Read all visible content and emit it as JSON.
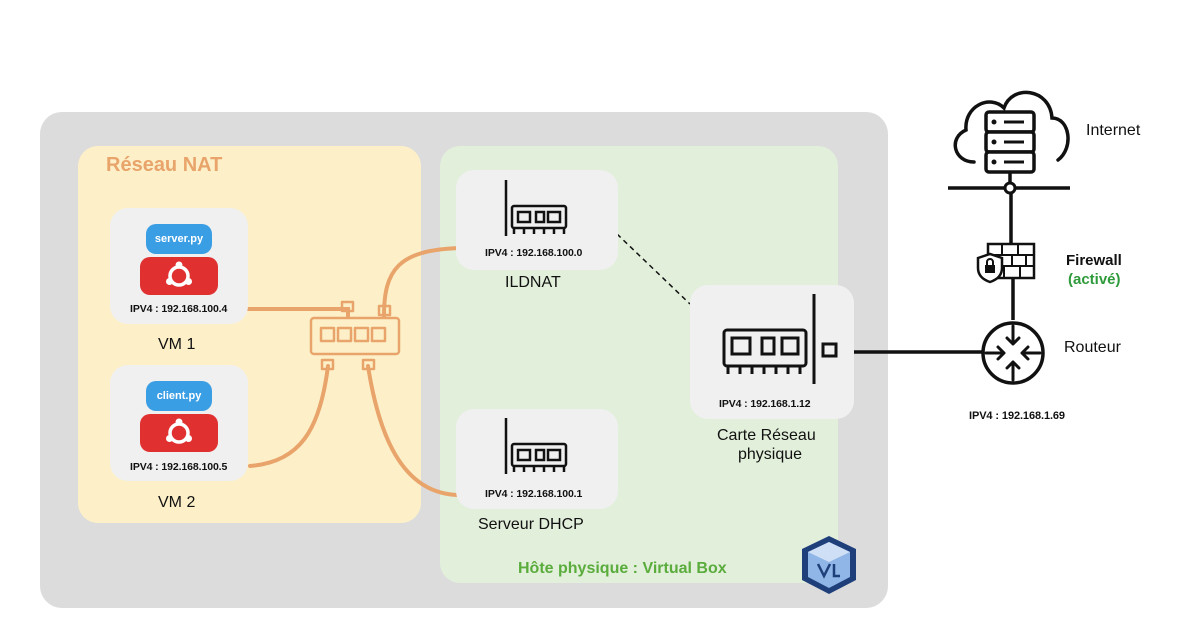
{
  "nat_network": {
    "title": "Réseau NAT"
  },
  "host": {
    "title": "Hôte physique : Virtual Box"
  },
  "vm1": {
    "script": "server.py",
    "ip": "IPV4 : 192.168.100.4",
    "name": "VM 1"
  },
  "vm2": {
    "script": "client.py",
    "ip": "IPV4 : 192.168.100.5",
    "name": "VM 2"
  },
  "ildnat": {
    "ip": "IPV4 : 192.168.100.0",
    "name": "ILDNAT"
  },
  "dhcp": {
    "ip": "IPV4 : 192.168.100.1",
    "name": "Serveur DHCP"
  },
  "physical_nic": {
    "ip": "IPV4 : 192.168.1.12",
    "name_line1": "Carte Réseau",
    "name_line2": "physique"
  },
  "internet": {
    "label": "Internet"
  },
  "firewall": {
    "label": "Firewall",
    "status": "(activé)"
  },
  "router": {
    "label": "Routeur",
    "ip": "IPV4 : 192.168.1.69"
  },
  "colors": {
    "host_panel": "#dcdcdc",
    "nat_panel": "#fdf0c9",
    "nat_title": "#e8a46a",
    "vbox_panel": "#e2efdb",
    "vbox_title": "#5aac3c",
    "firewall_status": "#2e9a3a",
    "cable_virtual": "#e8a46a",
    "cable_physical": "#111111",
    "script_pill": "#3a9ee4",
    "ubuntu_pill": "#e03030"
  }
}
